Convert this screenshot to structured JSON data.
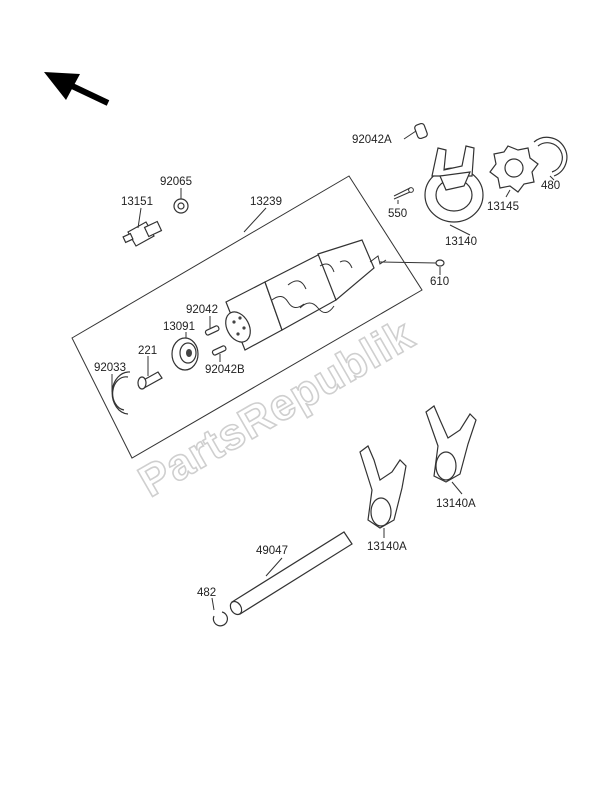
{
  "watermark": "PartsRepublik",
  "parts": [
    {
      "id": "p92042a",
      "number": "92042A"
    },
    {
      "id": "p92065",
      "number": "92065"
    },
    {
      "id": "p13151",
      "number": "13151"
    },
    {
      "id": "p13239",
      "number": "13239"
    },
    {
      "id": "p550",
      "number": "550"
    },
    {
      "id": "p13140",
      "number": "13140"
    },
    {
      "id": "p13145",
      "number": "13145"
    },
    {
      "id": "p480",
      "number": "480"
    },
    {
      "id": "p610",
      "number": "610"
    },
    {
      "id": "p92042",
      "number": "92042"
    },
    {
      "id": "p13091",
      "number": "13091"
    },
    {
      "id": "p221",
      "number": "221"
    },
    {
      "id": "p92033",
      "number": "92033"
    },
    {
      "id": "p92042b",
      "number": "92042B"
    },
    {
      "id": "p13140a1",
      "number": "13140A"
    },
    {
      "id": "p13140a2",
      "number": "13140A"
    },
    {
      "id": "p49047",
      "number": "49047"
    },
    {
      "id": "p482",
      "number": "482"
    }
  ]
}
